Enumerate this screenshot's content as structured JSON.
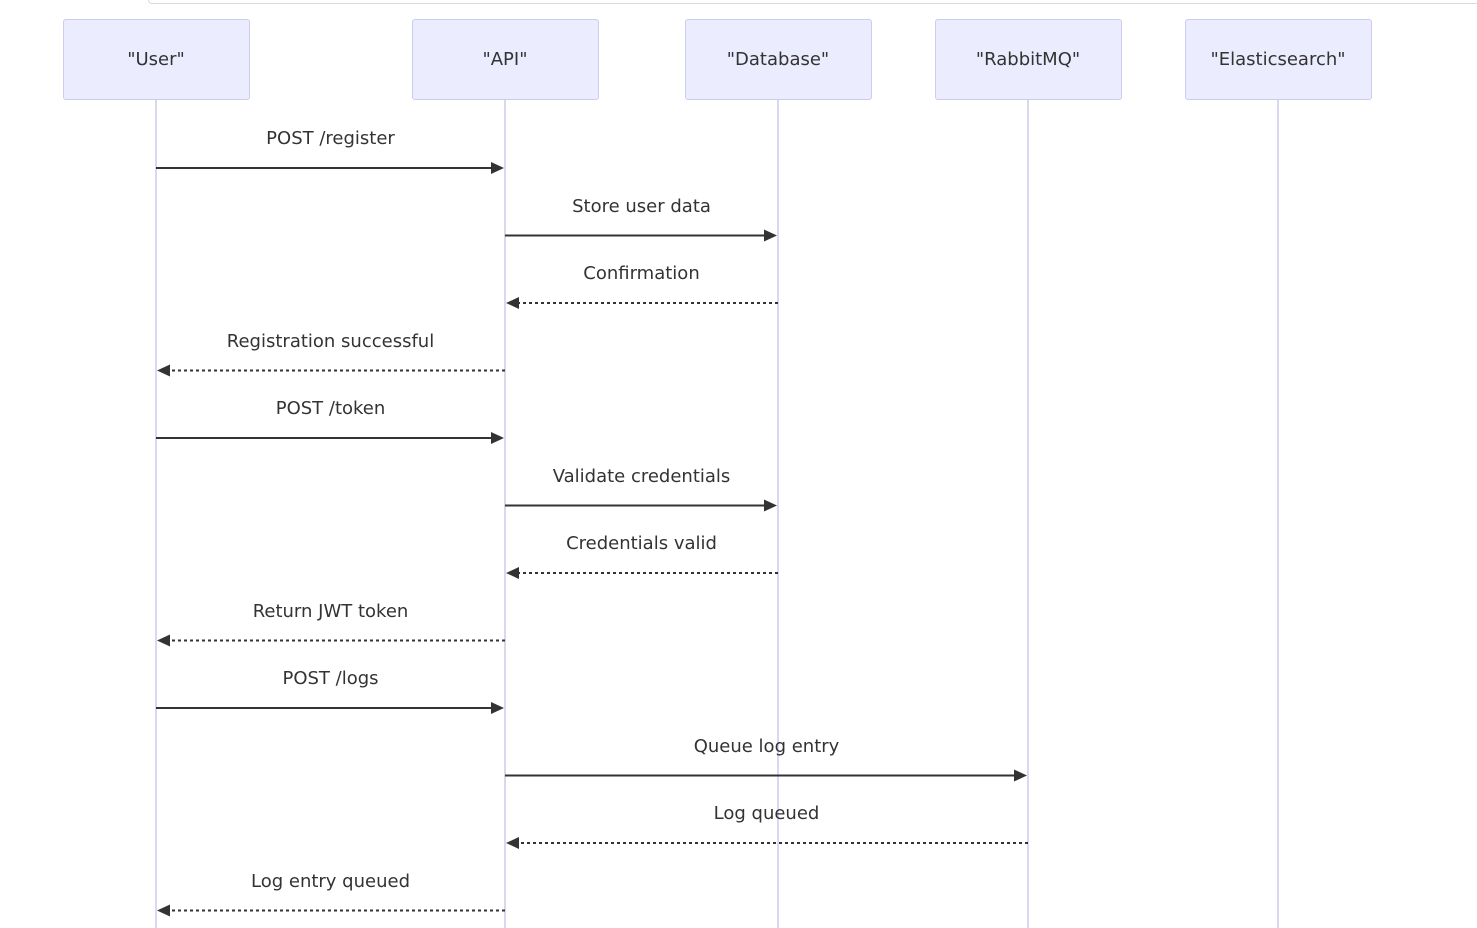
{
  "participants": [
    {
      "id": "user",
      "label": "\"User\""
    },
    {
      "id": "api",
      "label": "\"API\""
    },
    {
      "id": "database",
      "label": "\"Database\""
    },
    {
      "id": "rabbitmq",
      "label": "\"RabbitMQ\""
    },
    {
      "id": "elasticsearch",
      "label": "\"Elasticsearch\""
    }
  ],
  "messages": [
    {
      "from": "user",
      "to": "api",
      "label": "POST /register",
      "style": "solid"
    },
    {
      "from": "api",
      "to": "database",
      "label": "Store user data",
      "style": "solid"
    },
    {
      "from": "database",
      "to": "api",
      "label": "Confirmation",
      "style": "dashed"
    },
    {
      "from": "api",
      "to": "user",
      "label": "Registration successful",
      "style": "dashed"
    },
    {
      "from": "user",
      "to": "api",
      "label": "POST /token",
      "style": "solid"
    },
    {
      "from": "api",
      "to": "database",
      "label": "Validate credentials",
      "style": "solid"
    },
    {
      "from": "database",
      "to": "api",
      "label": "Credentials valid",
      "style": "dashed"
    },
    {
      "from": "api",
      "to": "user",
      "label": "Return JWT token",
      "style": "dashed"
    },
    {
      "from": "user",
      "to": "api",
      "label": "POST /logs",
      "style": "solid"
    },
    {
      "from": "api",
      "to": "rabbitmq",
      "label": "Queue log entry",
      "style": "solid"
    },
    {
      "from": "rabbitmq",
      "to": "api",
      "label": "Log queued",
      "style": "dashed"
    },
    {
      "from": "api",
      "to": "user",
      "label": "Log entry queued",
      "style": "dashed"
    }
  ],
  "colors": {
    "actor_fill": "#ececff",
    "actor_border": "#ccccee",
    "lifeline": "#dcd6f0",
    "arrow": "#333333"
  }
}
